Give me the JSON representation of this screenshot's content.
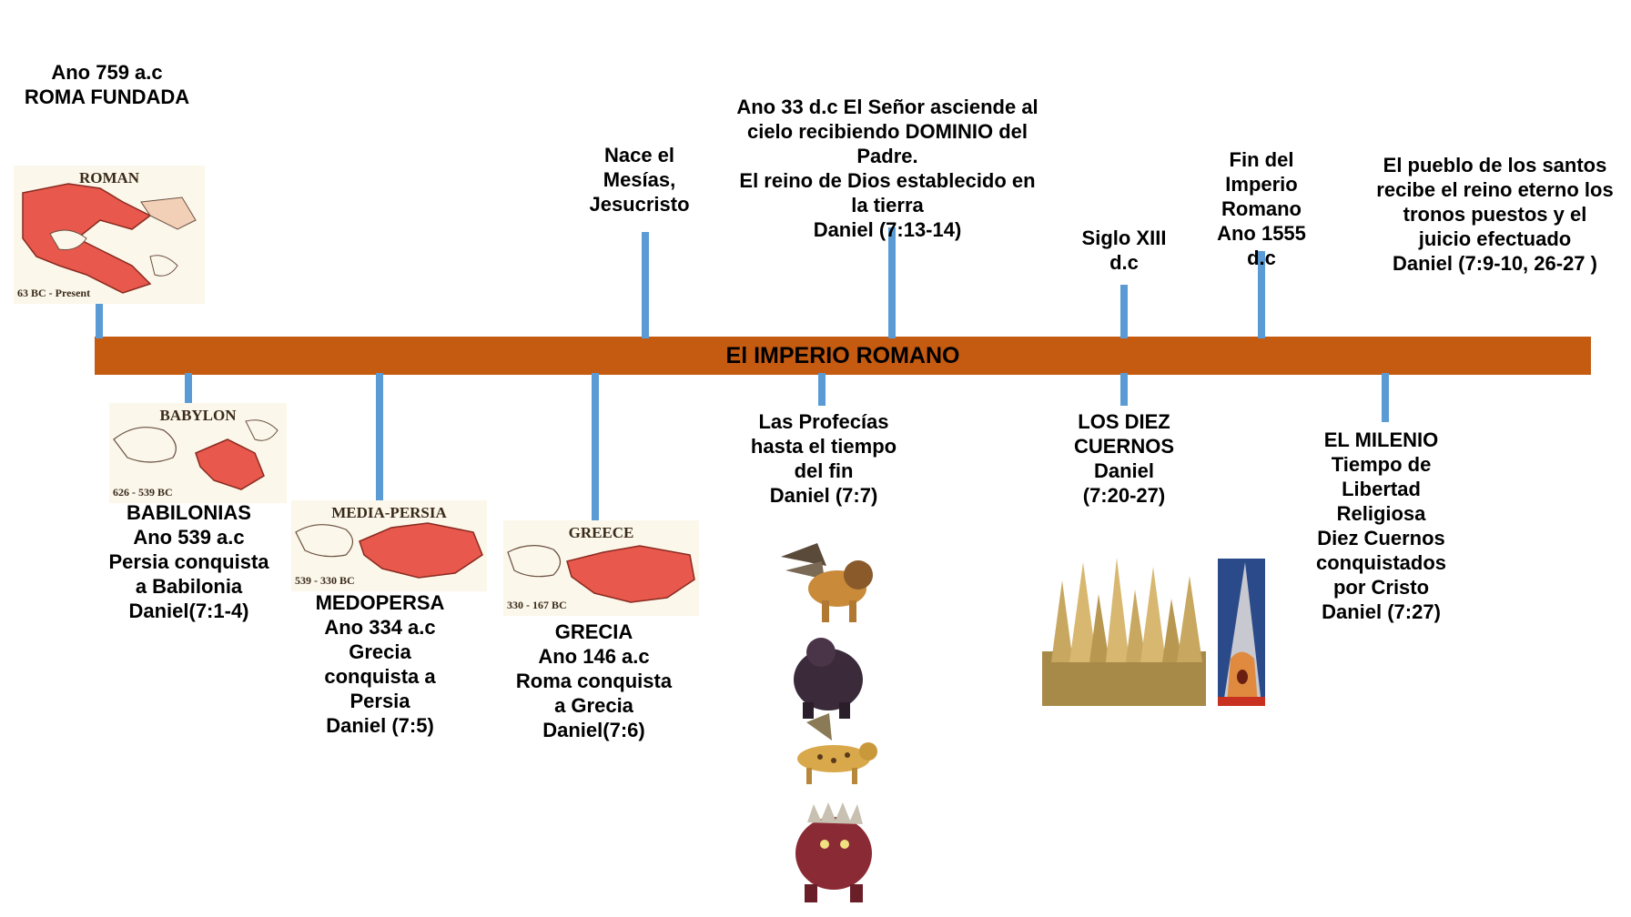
{
  "bar": {
    "label": "El IMPERIO ROMANO",
    "color": "#c55a11"
  },
  "stem_color": "#5b9bd5",
  "top_events": [
    {
      "line1": "Ano 759 a.c",
      "line2": "ROMA FUNDADA"
    },
    {
      "lines": [
        "Nace el",
        "Mesías,",
        "Jesucristo"
      ]
    },
    {
      "lines": [
        "Ano 33 d.c El Señor asciende al",
        "cielo recibiendo DOMINIO del",
        "Padre.",
        "El reino de Dios establecido en",
        "la tierra",
        "Daniel (7:13-14)"
      ]
    },
    {
      "lines": [
        "Siglo XIII",
        "d.c"
      ]
    },
    {
      "lines": [
        "Fin del",
        "Imperio",
        "Romano",
        "Ano 1555",
        "d.c"
      ]
    },
    {
      "lines": [
        "El pueblo de los santos",
        "recibe el reino eterno los",
        "tronos puestos y el",
        "juicio efectuado",
        "Daniel (7:9-10, 26-27 )"
      ]
    }
  ],
  "bottom_events": [
    {
      "lines": [
        "BABILONIAS",
        "Ano 539 a.c",
        "Persia conquista",
        "a Babilonia",
        "Daniel(7:1-4)"
      ]
    },
    {
      "lines": [
        "MEDOPERSA",
        "Ano 334 a.c",
        "Grecia",
        "conquista a",
        "Persia",
        "Daniel (7:5)"
      ]
    },
    {
      "lines": [
        "GRECIA",
        "Ano 146 a.c",
        "Roma conquista",
        "a Grecia",
        "Daniel(7:6)"
      ]
    },
    {
      "lines": [
        "Las Profecías",
        "hasta el tiempo",
        "del fin",
        "Daniel (7:7)"
      ]
    },
    {
      "lines": [
        "LOS DIEZ",
        "CUERNOS",
        "Daniel",
        "(7:20-27)"
      ]
    },
    {
      "lines": [
        "EL MILENIO",
        "Tiempo de",
        "Libertad",
        "Religiosa",
        "Diez Cuernos",
        "conquistados",
        "por Cristo",
        "Daniel (7:27)"
      ]
    }
  ],
  "maps": [
    {
      "title": "ROMAN",
      "date": "63 BC - Present"
    },
    {
      "title": "BABYLON",
      "date": "626 - 539 BC"
    },
    {
      "title": "MEDIA-PERSIA",
      "date": "539 - 330 BC"
    },
    {
      "title": "GREECE",
      "date": "330 - 167 BC"
    }
  ],
  "beasts": [
    "lion-with-wings",
    "bear",
    "leopard-with-wings",
    "terrible-beast"
  ]
}
